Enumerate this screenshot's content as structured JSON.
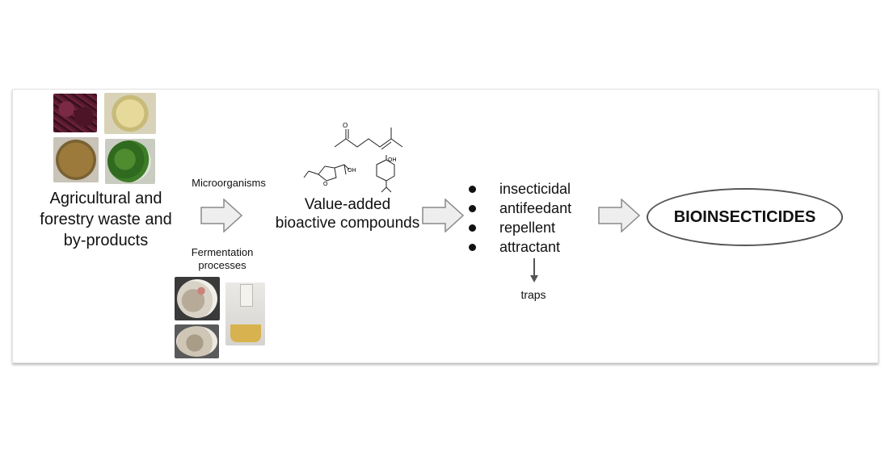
{
  "nodes": {
    "source_label": "Agricultural and\nforestry waste and\nby-products",
    "compounds_label": "Value-added\nbioactive compounds",
    "final_label": "BIOINSECTICIDES",
    "microorganisms_label": "Microorganisms",
    "fermentation_label": "Fermentation\nprocesses",
    "traps_label": "traps"
  },
  "properties": [
    "insecticidal",
    "antifeedant",
    "repellent",
    "attractant"
  ],
  "molecule_labels": {
    "oxygen": "O",
    "hydroxyl_1": "OH",
    "hydroxyl_2": "OH",
    "ring_oxygen": "O"
  },
  "icons": {
    "process_arrow": "hollow-right-arrow",
    "down_arrow": "down-arrow"
  },
  "colors": {
    "arrow_fill": "#eeeeee",
    "arrow_stroke": "#8a8a8a",
    "ellipse_stroke": "#555555",
    "text": "#111111"
  }
}
